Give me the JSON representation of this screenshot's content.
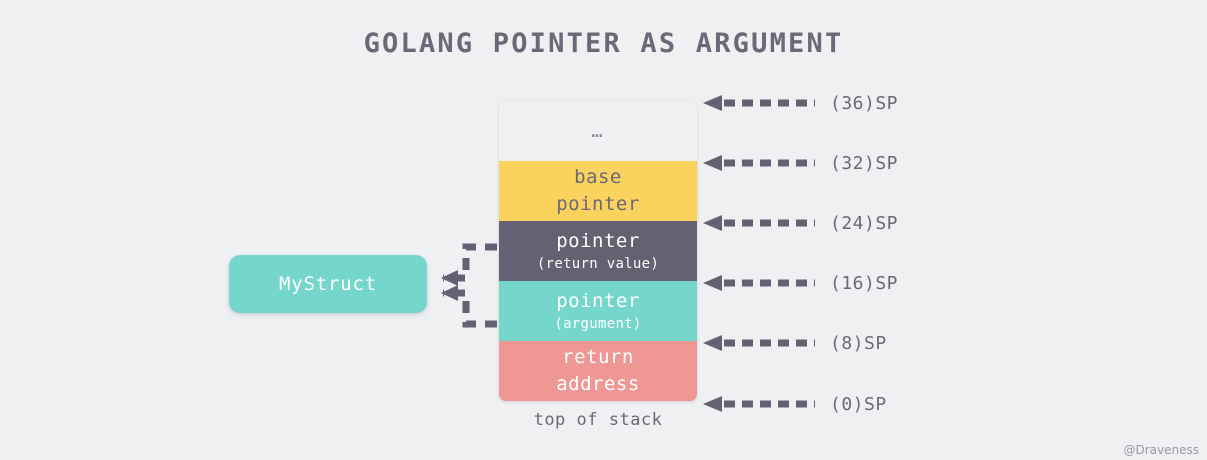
{
  "title": "GOLANG POINTER AS ARGUMENT",
  "colors": {
    "background": "#eff0f2",
    "text_dark": "#6b6878",
    "yellow": "#fad25e",
    "slate": "#646172",
    "teal": "#75d6cc",
    "salmon": "#ee9794",
    "white": "#ffffff"
  },
  "stack": {
    "caption": "top of stack",
    "bands": [
      {
        "main": "…",
        "sub": "",
        "fill": "#eff0f2",
        "name": "ellipsis"
      },
      {
        "main": "base",
        "sub": "pointer",
        "fill": "#fad25e",
        "name": "base-pointer"
      },
      {
        "main": "pointer",
        "sub": "(return value)",
        "fill": "#646172",
        "name": "pointer-return-value"
      },
      {
        "main": "pointer",
        "sub": "(argument)",
        "fill": "#75d6cc",
        "name": "pointer-argument"
      },
      {
        "main": "return",
        "sub": "address",
        "fill": "#ee9794",
        "name": "return-address"
      }
    ]
  },
  "struct_box": {
    "label": "MyStruct"
  },
  "sp_markers": [
    {
      "label": "(36)SP",
      "offset": 36
    },
    {
      "label": "(32)SP",
      "offset": 32
    },
    {
      "label": "(24)SP",
      "offset": 24
    },
    {
      "label": "(16)SP",
      "offset": 16
    },
    {
      "label": "(8)SP",
      "offset": 8
    },
    {
      "label": "(0)SP",
      "offset": 0
    }
  ],
  "watermark": "@Draveness"
}
